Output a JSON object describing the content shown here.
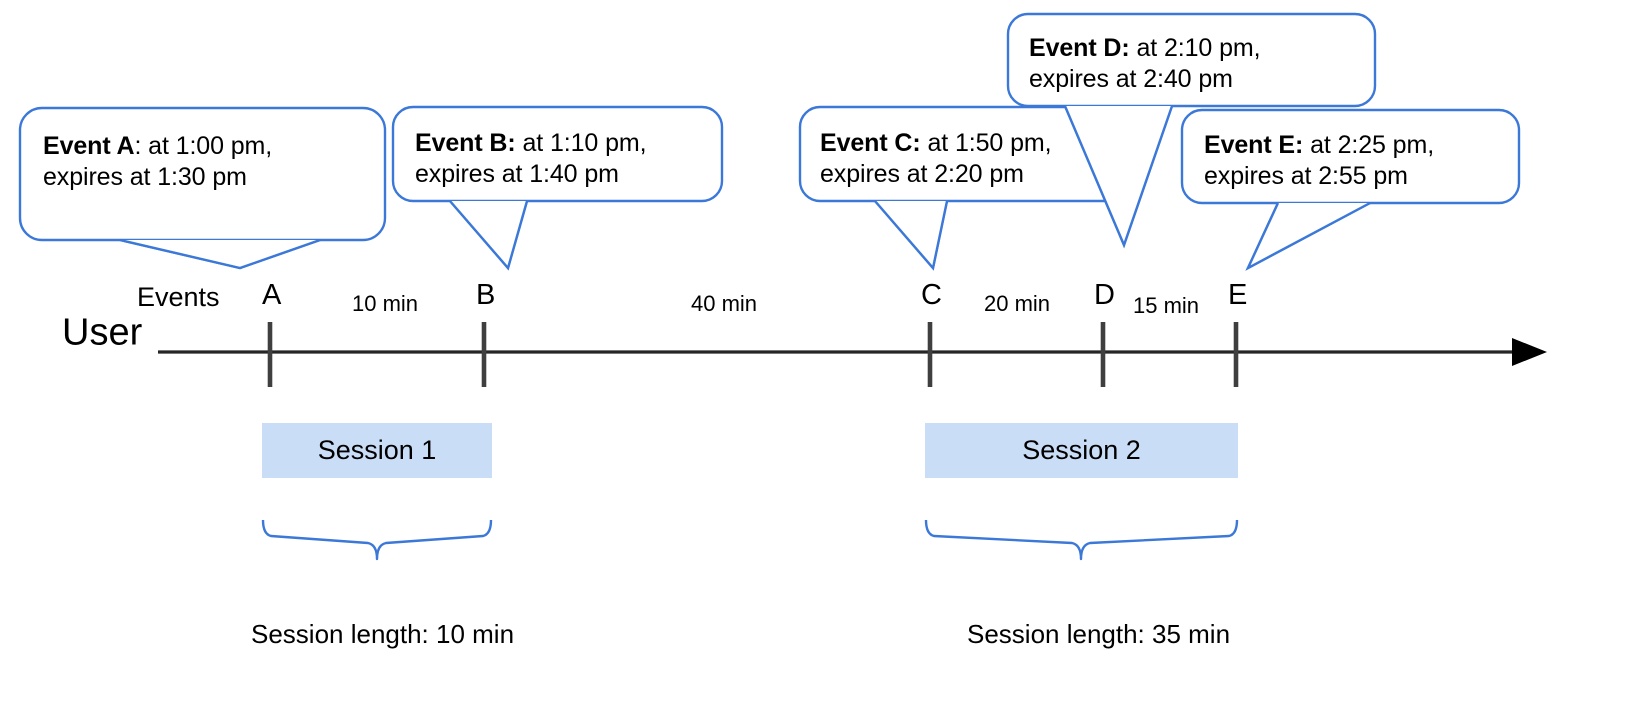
{
  "diagram": {
    "title": "User session timeline with events and expirations",
    "axis_label": "User",
    "events_label": "Events",
    "accent_color": "#3b78d8",
    "session_fill": "#c9ddf7",
    "axis_color": "#262626",
    "tick_color": "#3f3f3f"
  },
  "callouts": [
    {
      "id": "A",
      "name": "Event A",
      "separator": ":",
      "line1_rest": " at 1:00 pm,",
      "line2": "expires at 1:30 pm",
      "bold_separator": false,
      "time": "1:00 pm",
      "expires": "1:30 pm"
    },
    {
      "id": "B",
      "name": "Event B",
      "separator": ":",
      "line1_rest": " at 1:10 pm,",
      "line2": "expires at 1:40 pm",
      "bold_separator": true,
      "time": "1:10 pm",
      "expires": "1:40 pm"
    },
    {
      "id": "C",
      "name": "Event C",
      "separator": ":",
      "line1_rest": " at 1:50 pm,",
      "line2": "expires at 2:20 pm",
      "bold_separator": true,
      "time": "1:50 pm",
      "expires": "2:20 pm"
    },
    {
      "id": "D",
      "name": "Event D",
      "separator": ":",
      "line1_rest": " at 2:10 pm,",
      "line2": "expires at 2:40 pm",
      "bold_separator": true,
      "time": "2:10 pm",
      "expires": "2:40 pm"
    },
    {
      "id": "E",
      "name": "Event E",
      "separator": ":",
      "line1_rest": " at 2:25 pm,",
      "line2": "expires at 2:55 pm",
      "bold_separator": true,
      "time": "2:25 pm",
      "expires": "2:55 pm"
    }
  ],
  "tick_labels": [
    {
      "id": "A",
      "label": "A"
    },
    {
      "id": "B",
      "label": "B"
    },
    {
      "id": "C",
      "label": "C"
    },
    {
      "id": "D",
      "label": "D"
    },
    {
      "id": "E",
      "label": "E"
    }
  ],
  "gaps": [
    {
      "from": "A",
      "to": "B",
      "label": "10 min"
    },
    {
      "from": "B",
      "to": "C",
      "label": "40 min"
    },
    {
      "from": "C",
      "to": "D",
      "label": "20 min"
    },
    {
      "from": "D",
      "to": "E",
      "label": "15 min"
    }
  ],
  "sessions": [
    {
      "id": "1",
      "bar_label": "Session 1",
      "length_label": "Session length: 10 min"
    },
    {
      "id": "2",
      "bar_label": "Session 2",
      "length_label": "Session length: 35 min"
    }
  ]
}
